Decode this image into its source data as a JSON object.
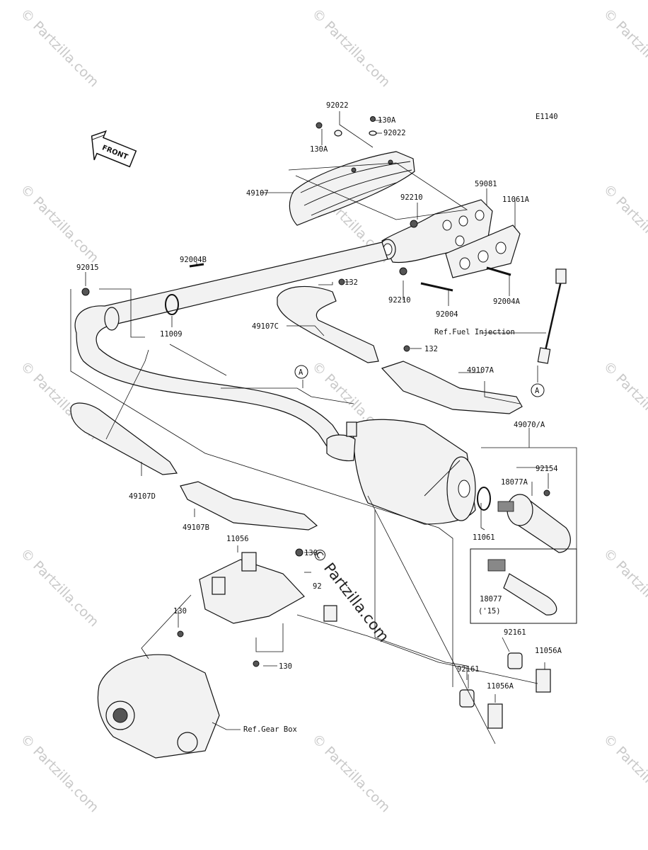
{
  "diagram_code": "E1140",
  "front_label": "FRONT",
  "callouts": {
    "p92022_top": "92022",
    "p130a_left": "130A",
    "p130a_right": "130A",
    "p92022_right": "92022",
    "p59081": "59081",
    "p11061a": "11061A",
    "p49107": "49107",
    "p92210": "92210",
    "p92015": "92015",
    "p92004b": "92004B",
    "p132_top": "132",
    "p92210_lower": "92210",
    "p92004": "92004",
    "p92004a": "92004A",
    "p11009": "11009",
    "p49107c": "49107C",
    "p132_mid": "132",
    "p49107a": "49107A",
    "ref_fuel_injection": "Ref.Fuel Injection",
    "ref_a_left": "A",
    "ref_a_right": "A",
    "p49070a": "49070/A",
    "p92154": "92154",
    "p18077a": "18077A",
    "p11061": "11061",
    "p49107d": "49107D",
    "p49107b": "49107B",
    "p11056": "11056",
    "p130_top": "130",
    "p92_partial": "92",
    "p130_left": "130",
    "p130_bottom": "130",
    "p18077": "18077",
    "p15_note": "('15)",
    "p92161_right": "92161",
    "p11056a_right": "11056A",
    "p92161_left": "92161",
    "p11056a_left": "11056A",
    "ref_gear_box": "Ref.Gear Box"
  },
  "watermarks": {
    "small": "© Partzilla.com",
    "center": "© Partzilla.com"
  },
  "colors": {
    "line": "#111111",
    "part_fill": "#f2f2f2",
    "watermark": "#c9c9c9"
  }
}
